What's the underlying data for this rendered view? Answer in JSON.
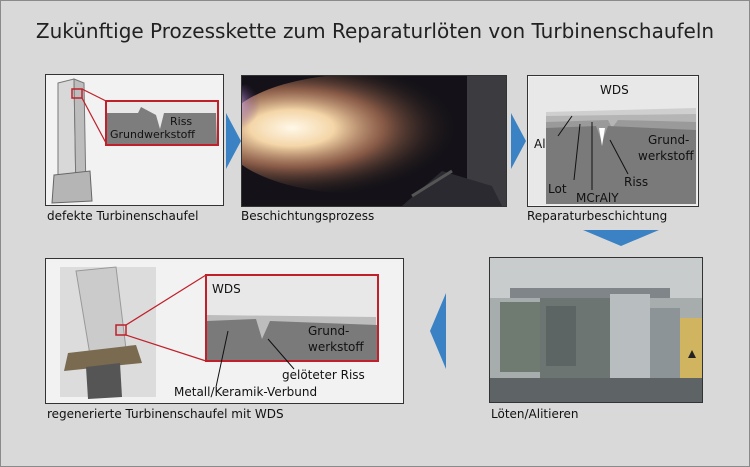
{
  "title": "Zukünftige Prozesskette zum Reparaturlöten von Turbinenschaufeln",
  "steps": [
    {
      "caption": "defekte Turbinenschaufel",
      "labels": {
        "crack": "Riss",
        "base": "Grundwerkstoff"
      }
    },
    {
      "caption": "Beschichtungsprozess"
    },
    {
      "caption": "Reparaturbeschichtung",
      "labels": {
        "tbc": "WDS",
        "al": "Al",
        "braze": "Lot",
        "mcraly": "MCrAlY",
        "crack": "Riss",
        "base1": "Grund-",
        "base2": "werkstoff"
      }
    },
    {
      "caption": "Löten/Alitieren"
    },
    {
      "caption": "regenerierte Turbinenschaufel mit WDS",
      "labels": {
        "tbc": "WDS",
        "base1": "Grund-",
        "base2": "werkstoff",
        "brazed": "gelöteter Riss",
        "bond": "Metall/Keramik-Verbund"
      }
    }
  ],
  "colors": {
    "arrow": "#3a82c4",
    "highlight": "#c0202a",
    "background": "#d9d9d9"
  }
}
